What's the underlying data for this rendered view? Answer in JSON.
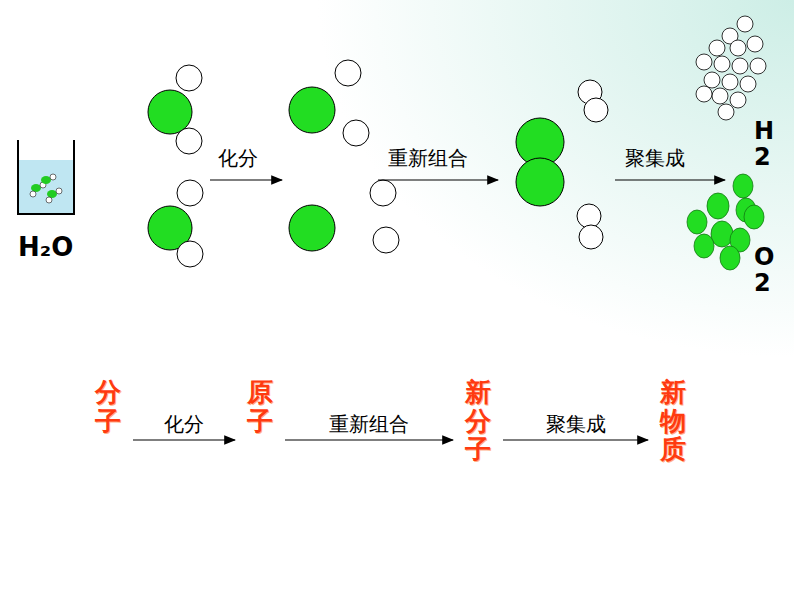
{
  "diagram": {
    "nodes": [
      {
        "text": [
          "分子"
        ]
      },
      {
        "text": [
          "原子"
        ]
      },
      {
        "text": [
          "新分子"
        ]
      },
      {
        "text": [
          "新物质"
        ]
      }
    ],
    "edges": [
      {
        "from": 0,
        "to": 1,
        "label": "化分",
        "arrow": "to"
      },
      {
        "from": 1,
        "to": 2,
        "label": "重新组合",
        "arrow": "to"
      },
      {
        "from": 2,
        "to": 3,
        "label": "聚集成",
        "arrow": "to"
      }
    ],
    "labels": [
      "H₂O",
      "化分",
      "重新组合",
      "聚集成",
      "H2",
      "O2"
    ]
  }
}
